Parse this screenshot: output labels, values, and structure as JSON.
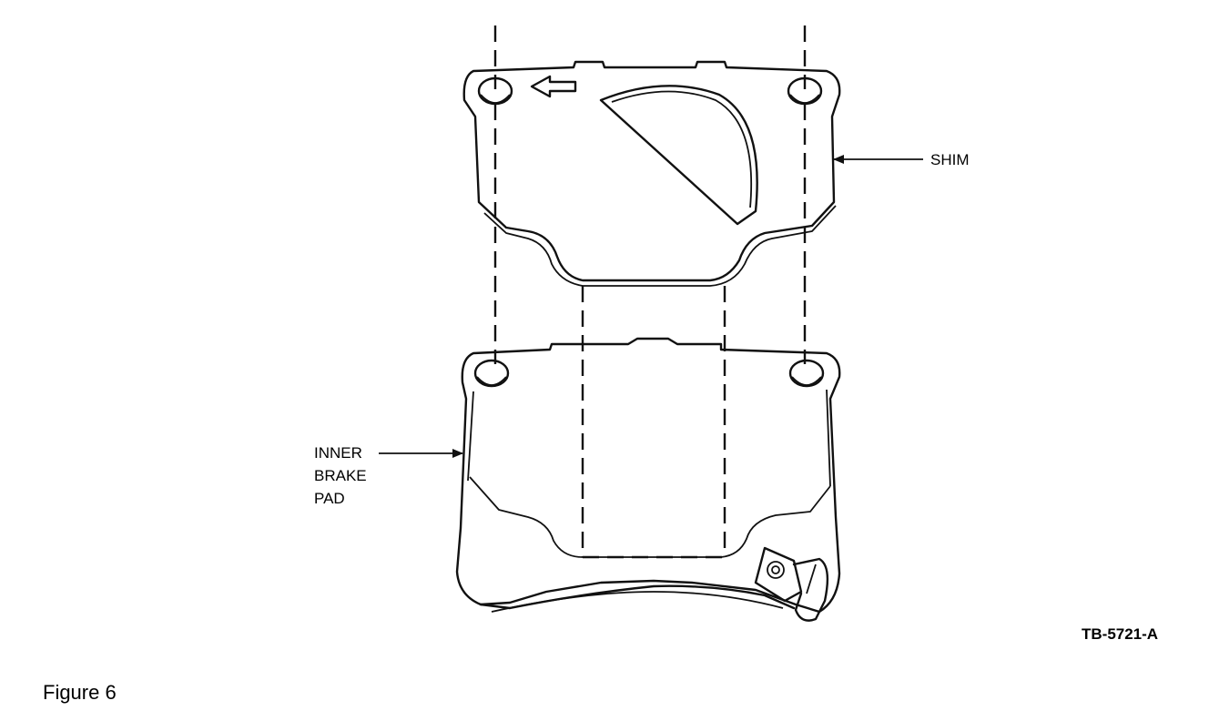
{
  "labels": {
    "shim": "SHIM",
    "inner_brake_pad": [
      "INNER",
      "BRAKE",
      "PAD"
    ],
    "code": "TB-5721-A",
    "figure": "Figure 6"
  }
}
